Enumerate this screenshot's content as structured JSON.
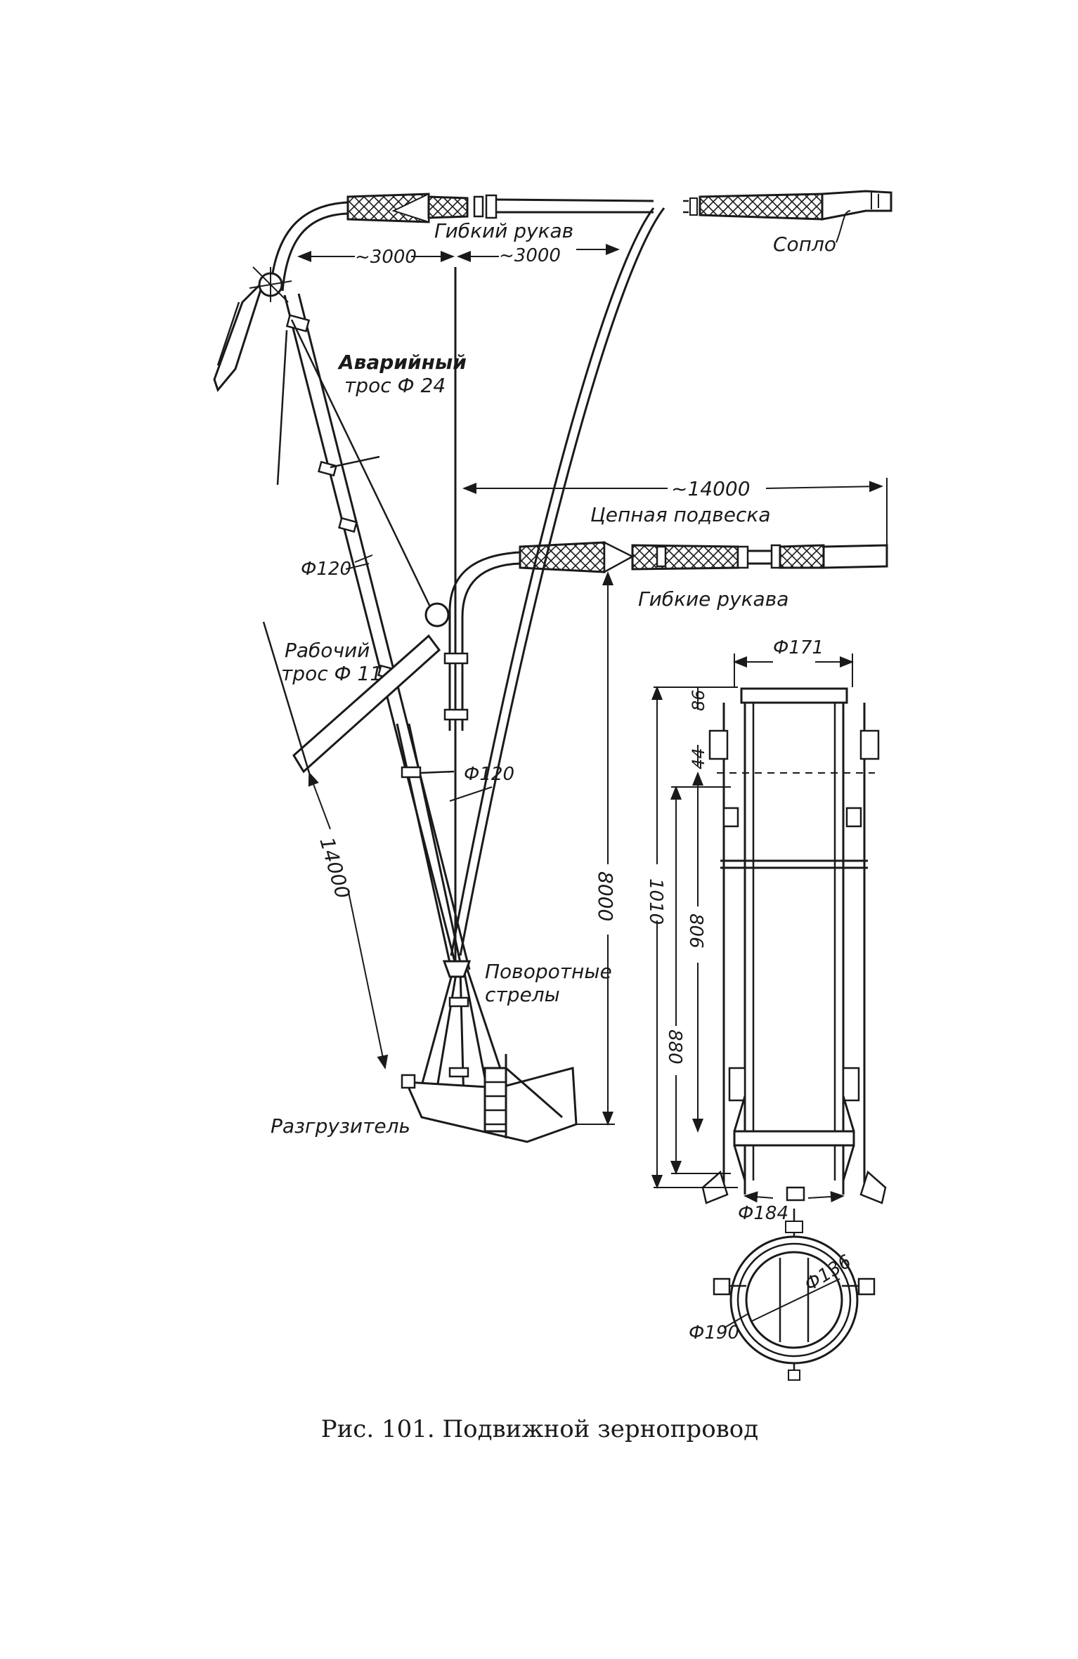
{
  "diagram": {
    "labels": {
      "flexible_hose": "Гибкий рукав",
      "nozzle": "Сопло",
      "emergency_cable_l1": "Аварийный",
      "emergency_cable_l2": "трос Ф 24",
      "chain_suspension": "Цепная подвеска",
      "flexible_hoses": "Гибкие рукава",
      "working_cable_l1": "Рабочий",
      "working_cable_l2": "трос Ф 11",
      "swing_booms_l1": "Поворотные",
      "swing_booms_l2": "стрелы",
      "unloader": "Разгрузитель"
    },
    "dimensions": {
      "d_3000_left": "~3000",
      "d_3000_right": "~3000",
      "d_14000_top": "~14000",
      "d_14000_boom": "14000",
      "d_8000": "8000",
      "phi_120_upper": "Ф120",
      "phi_120_lower": "Ф120",
      "phi_171": "Ф171",
      "d_86": "86",
      "d_44": "44",
      "d_1010": "1010",
      "d_806": "806",
      "d_880": "880",
      "phi_184": "Ф184",
      "phi_136": "Ф136",
      "phi_190": "Ф190"
    }
  },
  "caption": "Рис. 101. Подвижной зернопровод"
}
